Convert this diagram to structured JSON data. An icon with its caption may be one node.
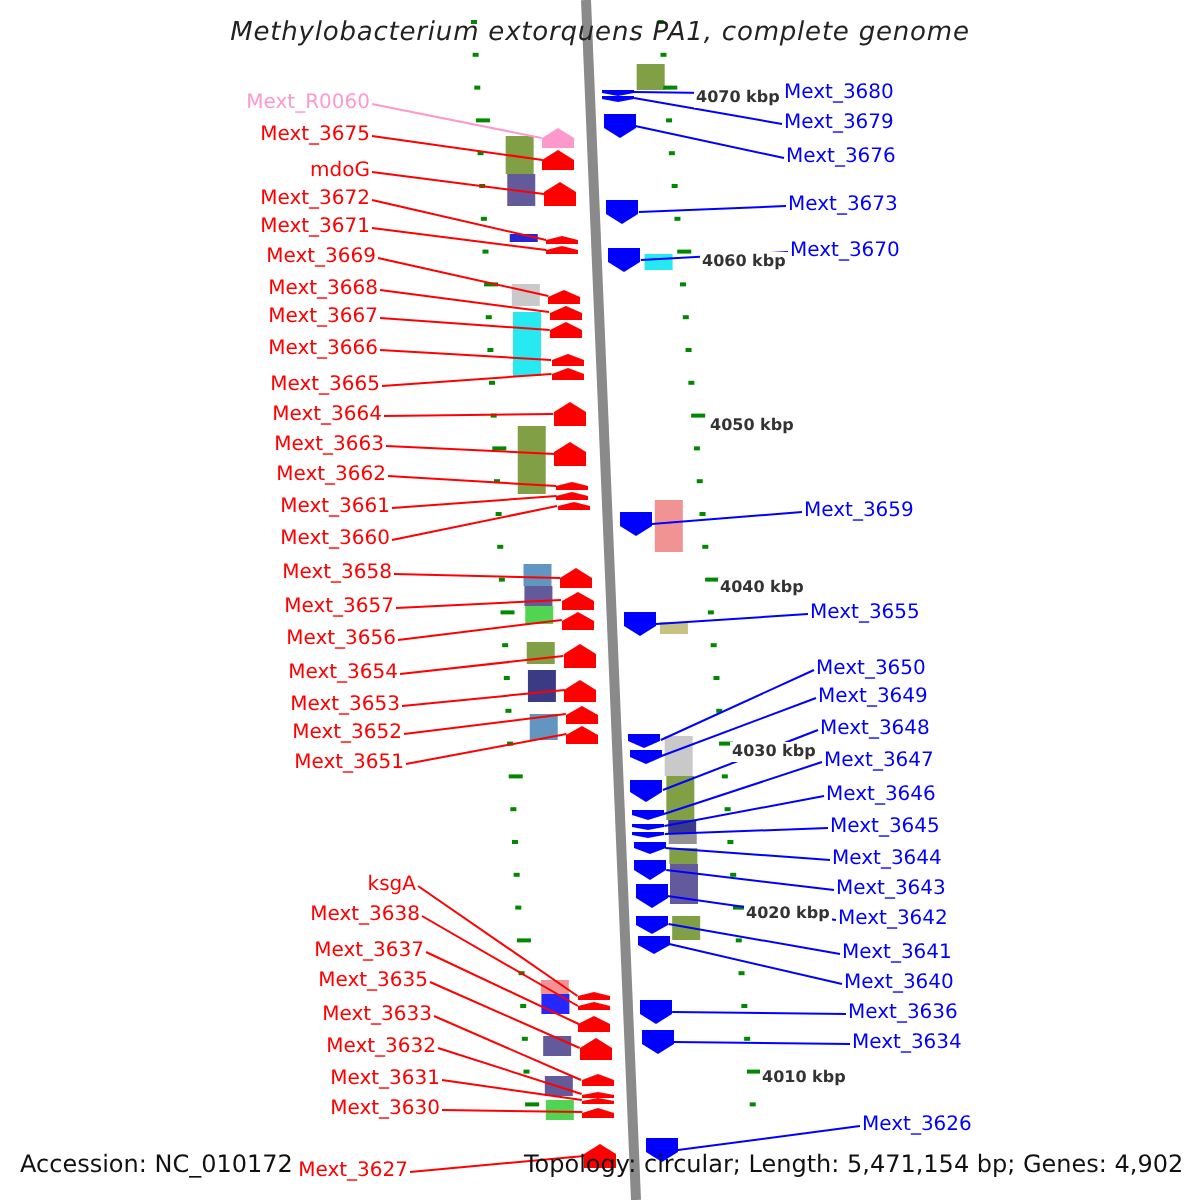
{
  "diagram": {
    "title": "Methylobacterium extorquens PA1, complete genome",
    "nodes": [
      {
        "text": [
          "Mext_R0060"
        ]
      },
      {
        "text": [
          "Mext_3675"
        ]
      },
      {
        "text": [
          "mdoG"
        ]
      },
      {
        "text": [
          "Mext_3672"
        ]
      },
      {
        "text": [
          "Mext_3671"
        ]
      },
      {
        "text": [
          "Mext_3669"
        ]
      },
      {
        "text": [
          "Mext_3668"
        ]
      },
      {
        "text": [
          "Mext_3667"
        ]
      },
      {
        "text": [
          "Mext_3666"
        ]
      },
      {
        "text": [
          "Mext_3665"
        ]
      },
      {
        "text": [
          "Mext_3664"
        ]
      },
      {
        "text": [
          "Mext_3663"
        ]
      },
      {
        "text": [
          "Mext_3662"
        ]
      },
      {
        "text": [
          "Mext_3661"
        ]
      },
      {
        "text": [
          "Mext_3660"
        ]
      },
      {
        "text": [
          "Mext_3658"
        ]
      },
      {
        "text": [
          "Mext_3657"
        ]
      },
      {
        "text": [
          "Mext_3656"
        ]
      },
      {
        "text": [
          "Mext_3654"
        ]
      },
      {
        "text": [
          "Mext_3653"
        ]
      },
      {
        "text": [
          "Mext_3652"
        ]
      },
      {
        "text": [
          "Mext_3651"
        ]
      },
      {
        "text": [
          "ksgA"
        ]
      },
      {
        "text": [
          "Mext_3638"
        ]
      },
      {
        "text": [
          "Mext_3637"
        ]
      },
      {
        "text": [
          "Mext_3635"
        ]
      },
      {
        "text": [
          "Mext_3633"
        ]
      },
      {
        "text": [
          "Mext_3632"
        ]
      },
      {
        "text": [
          "Mext_3631"
        ]
      },
      {
        "text": [
          "Mext_3630"
        ]
      },
      {
        "text": [
          "Mext_3627"
        ]
      },
      {
        "text": [
          "Mext_3680"
        ]
      },
      {
        "text": [
          "Mext_3679"
        ]
      },
      {
        "text": [
          "Mext_3676"
        ]
      },
      {
        "text": [
          "Mext_3673"
        ]
      },
      {
        "text": [
          "Mext_3670"
        ]
      },
      {
        "text": [
          "Mext_3659"
        ]
      },
      {
        "text": [
          "Mext_3655"
        ]
      },
      {
        "text": [
          "Mext_3650"
        ]
      },
      {
        "text": [
          "Mext_3649"
        ]
      },
      {
        "text": [
          "Mext_3648"
        ]
      },
      {
        "text": [
          "Mext_3647"
        ]
      },
      {
        "text": [
          "Mext_3646"
        ]
      },
      {
        "text": [
          "Mext_3645"
        ]
      },
      {
        "text": [
          "Mext_3644"
        ]
      },
      {
        "text": [
          "Mext_3643"
        ]
      },
      {
        "text": [
          "Mext_3642"
        ]
      },
      {
        "text": [
          "Mext_3641"
        ]
      },
      {
        "text": [
          "Mext_3640"
        ]
      },
      {
        "text": [
          "Mext_3636"
        ]
      },
      {
        "text": [
          "Mext_3634"
        ]
      },
      {
        "text": [
          "Mext_3626"
        ]
      },
      {
        "text": [],
        "shape": "arrow"
      },
      {
        "text": [],
        "shape": "arrow"
      },
      {
        "text": [],
        "shape": "arrow"
      },
      {
        "text": [],
        "shape": "arrow"
      },
      {
        "text": [],
        "shape": "arrow"
      },
      {
        "text": [],
        "shape": "arrow"
      },
      {
        "text": [],
        "shape": "arrow"
      },
      {
        "text": [],
        "shape": "arrow"
      },
      {
        "text": [],
        "shape": "arrow"
      },
      {
        "text": [],
        "shape": "arrow"
      },
      {
        "text": [],
        "shape": "arrow"
      },
      {
        "text": [],
        "shape": "arrow"
      },
      {
        "text": [],
        "shape": "arrow"
      },
      {
        "text": [],
        "shape": "arrow"
      },
      {
        "text": [],
        "shape": "arrow"
      },
      {
        "text": [],
        "shape": "arrow"
      },
      {
        "text": [],
        "shape": "arrow"
      },
      {
        "text": [],
        "shape": "arrow"
      },
      {
        "text": [],
        "shape": "arrow"
      },
      {
        "text": [],
        "shape": "arrow"
      },
      {
        "text": [],
        "shape": "arrow"
      },
      {
        "text": [],
        "shape": "arrow"
      },
      {
        "text": [],
        "shape": "arrow"
      },
      {
        "text": [],
        "shape": "arrow"
      },
      {
        "text": [],
        "shape": "arrow"
      },
      {
        "text": [],
        "shape": "arrow"
      },
      {
        "text": [],
        "shape": "arrow"
      },
      {
        "text": [],
        "shape": "arrow"
      },
      {
        "text": [],
        "shape": "arrow"
      },
      {
        "text": [],
        "shape": "arrow"
      },
      {
        "text": [],
        "shape": "arrow"
      },
      {
        "text": [],
        "shape": "arrow"
      },
      {
        "text": [],
        "shape": "arrow"
      },
      {
        "text": [],
        "shape": "arrow"
      },
      {
        "text": [],
        "shape": "arrow"
      },
      {
        "text": [],
        "shape": "arrow"
      },
      {
        "text": [],
        "shape": "arrow"
      },
      {
        "text": [],
        "shape": "arrow"
      },
      {
        "text": [],
        "shape": "arrow"
      },
      {
        "text": [],
        "shape": "arrow"
      },
      {
        "text": [],
        "shape": "arrow"
      },
      {
        "text": [],
        "shape": "arrow"
      },
      {
        "text": [],
        "shape": "arrow"
      },
      {
        "text": [],
        "shape": "arrow"
      },
      {
        "text": [],
        "shape": "arrow"
      },
      {
        "text": [],
        "shape": "arrow"
      },
      {
        "text": [],
        "shape": "arrow"
      },
      {
        "text": [],
        "shape": "arrow"
      },
      {
        "text": [],
        "shape": "arrow"
      },
      {
        "text": [],
        "shape": "arrow"
      },
      {
        "text": [],
        "shape": "arrow"
      },
      {
        "text": [],
        "shape": "arrow"
      }
    ],
    "edges": [
      {
        "from": 0,
        "to": 52,
        "arrow": "none",
        "color": "#ff99cc"
      },
      {
        "from": 1,
        "to": 53,
        "arrow": "none"
      },
      {
        "from": 2,
        "to": 54,
        "arrow": "none"
      },
      {
        "from": 3,
        "to": 55,
        "arrow": "none"
      },
      {
        "from": 4,
        "to": 56,
        "arrow": "none"
      },
      {
        "from": 5,
        "to": 57,
        "arrow": "none"
      },
      {
        "from": 6,
        "to": 58,
        "arrow": "none"
      },
      {
        "from": 7,
        "to": 59,
        "arrow": "none"
      },
      {
        "from": 8,
        "to": 60,
        "arrow": "none"
      },
      {
        "from": 9,
        "to": 61,
        "arrow": "none"
      },
      {
        "from": 10,
        "to": 62,
        "arrow": "none"
      },
      {
        "from": 11,
        "to": 63,
        "arrow": "none"
      },
      {
        "from": 12,
        "to": 64,
        "arrow": "none"
      },
      {
        "from": 13,
        "to": 65,
        "arrow": "none"
      },
      {
        "from": 14,
        "to": 66,
        "arrow": "none"
      },
      {
        "from": 15,
        "to": 67,
        "arrow": "none"
      },
      {
        "from": 16,
        "to": 68,
        "arrow": "none"
      },
      {
        "from": 17,
        "to": 69,
        "arrow": "none"
      },
      {
        "from": 18,
        "to": 70,
        "arrow": "none"
      },
      {
        "from": 19,
        "to": 71,
        "arrow": "none"
      },
      {
        "from": 20,
        "to": 72,
        "arrow": "none"
      },
      {
        "from": 21,
        "to": 73,
        "arrow": "none"
      },
      {
        "from": 22,
        "to": 74,
        "arrow": "none"
      },
      {
        "from": 23,
        "to": 75,
        "arrow": "none"
      },
      {
        "from": 24,
        "to": 76,
        "arrow": "none"
      },
      {
        "from": 25,
        "to": 77,
        "arrow": "none"
      },
      {
        "from": 26,
        "to": 78,
        "arrow": "none"
      },
      {
        "from": 27,
        "to": 79,
        "arrow": "none"
      },
      {
        "from": 28,
        "to": 80,
        "arrow": "none"
      },
      {
        "from": 29,
        "to": 81,
        "arrow": "none"
      },
      {
        "from": 30,
        "to": 82,
        "arrow": "none"
      },
      {
        "from": 31,
        "to": 83,
        "arrow": "none",
        "color": "#0000ff"
      },
      {
        "from": 32,
        "to": 84,
        "arrow": "none",
        "color": "#0000ff"
      },
      {
        "from": 33,
        "to": 85,
        "arrow": "none",
        "color": "#0000ff"
      },
      {
        "from": 34,
        "to": 86,
        "arrow": "none",
        "color": "#0000ff"
      },
      {
        "from": 35,
        "to": 87,
        "arrow": "none",
        "color": "#0000ff"
      },
      {
        "from": 36,
        "to": 88,
        "arrow": "none",
        "color": "#0000ff"
      },
      {
        "from": 37,
        "to": 89,
        "arrow": "none",
        "color": "#0000ff"
      },
      {
        "from": 38,
        "to": 90,
        "arrow": "none",
        "color": "#0000ff"
      },
      {
        "from": 39,
        "to": 91,
        "arrow": "none",
        "color": "#0000ff"
      },
      {
        "from": 40,
        "to": 92,
        "arrow": "none",
        "color": "#0000ff"
      },
      {
        "from": 41,
        "to": 93,
        "arrow": "none",
        "color": "#0000ff"
      },
      {
        "from": 42,
        "to": 94,
        "arrow": "none",
        "color": "#0000ff"
      },
      {
        "from": 43,
        "to": 95,
        "arrow": "none",
        "color": "#0000ff"
      },
      {
        "from": 44,
        "to": 96,
        "arrow": "none",
        "color": "#0000ff"
      },
      {
        "from": 45,
        "to": 97,
        "arrow": "none",
        "color": "#0000ff"
      },
      {
        "from": 46,
        "to": 98,
        "arrow": "none",
        "color": "#0000ff"
      },
      {
        "from": 47,
        "to": 99,
        "arrow": "none",
        "color": "#0000ff"
      },
      {
        "from": 48,
        "to": 100,
        "arrow": "none",
        "color": "#0000ff"
      },
      {
        "from": 49,
        "to": 101,
        "arrow": "none",
        "color": "#0000ff"
      },
      {
        "from": 50,
        "to": 102,
        "arrow": "none",
        "color": "#0000ff"
      },
      {
        "from": 51,
        "to": 103,
        "arrow": "none",
        "color": "#0000ff"
      }
    ],
    "labels": [
      "4070 kbp",
      "4060 kbp",
      "4050 kbp",
      "4040 kbp",
      "4030 kbp",
      "4020 kbp",
      "4010 kbp",
      "Accession: NC_010172",
      "Topology: circular; Length: 5,471,154 bp; Genes: 4,902"
    ]
  }
}
